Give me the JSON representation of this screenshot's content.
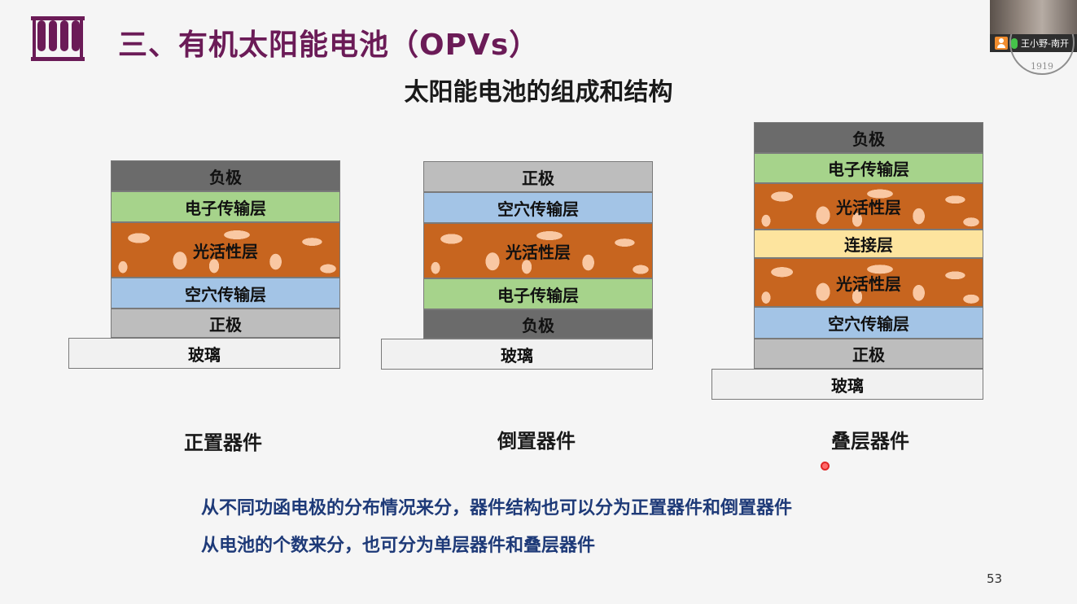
{
  "header": {
    "title": "三、有机太阳能电池（OPVs）",
    "subtitle": "太阳能电池的组成和结构"
  },
  "video": {
    "name": "王小野-南开"
  },
  "seal": {
    "year": "1919"
  },
  "colors": {
    "title": "#6b1b57",
    "cathode": "#6b6b6b",
    "anode": "#bdbdbd",
    "etl": "#a6d38b",
    "htl": "#a3c4e6",
    "active": "#c7651f",
    "connection": "#fde49e",
    "glass": "#f1f1f1",
    "note_text": "#1e3a78"
  },
  "devices": [
    {
      "caption": "正置器件",
      "layers": [
        "负极",
        "电子传输层",
        "光活性层",
        "空穴传输层",
        "正极",
        "玻璃"
      ]
    },
    {
      "caption": "倒置器件",
      "layers": [
        "正极",
        "空穴传输层",
        "光活性层",
        "电子传输层",
        "负极",
        "玻璃"
      ]
    },
    {
      "caption": "叠层器件",
      "layers": [
        "负极",
        "电子传输层",
        "光活性层",
        "连接层",
        "光活性层",
        "空穴传输层",
        "正极",
        "玻璃"
      ]
    }
  ],
  "notes": [
    "从不同功函电极的分布情况来分，器件结构也可以分为正置器件和倒置器件",
    "从电池的个数来分，也可分为单层器件和叠层器件"
  ],
  "page_number": "53"
}
